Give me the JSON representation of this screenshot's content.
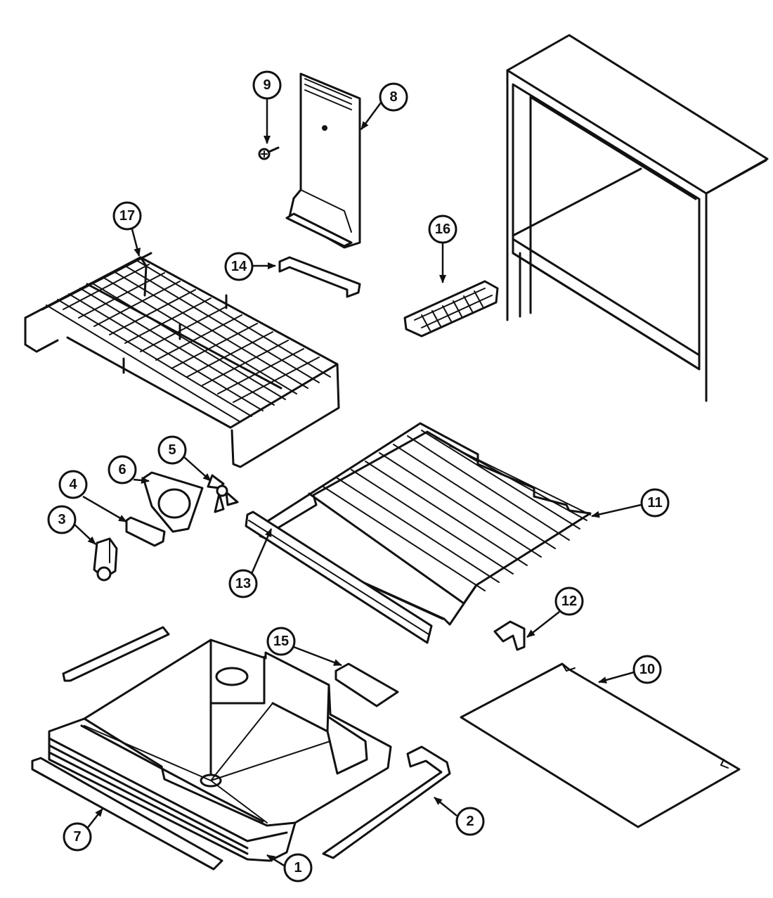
{
  "callouts": [
    {
      "id": "1",
      "label": "1"
    },
    {
      "id": "2",
      "label": "2"
    },
    {
      "id": "3",
      "label": "3"
    },
    {
      "id": "4",
      "label": "4"
    },
    {
      "id": "5",
      "label": "5"
    },
    {
      "id": "6",
      "label": "6"
    },
    {
      "id": "7",
      "label": "7"
    },
    {
      "id": "8",
      "label": "8"
    },
    {
      "id": "9",
      "label": "9"
    },
    {
      "id": "10",
      "label": "10"
    },
    {
      "id": "11",
      "label": "11"
    },
    {
      "id": "12",
      "label": "12"
    },
    {
      "id": "13",
      "label": "13"
    },
    {
      "id": "14",
      "label": "14"
    },
    {
      "id": "15",
      "label": "15"
    },
    {
      "id": "16",
      "label": "16"
    },
    {
      "id": "17",
      "label": "17"
    }
  ],
  "colors": {
    "ink": "#111111",
    "paper": "#ffffff"
  }
}
